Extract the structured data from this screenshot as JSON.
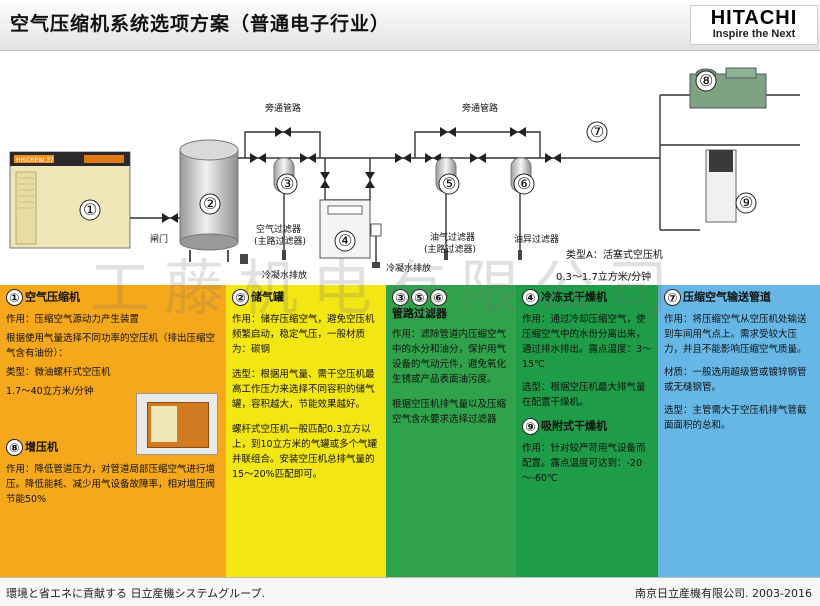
{
  "header": {
    "title": "空气压缩机系统选项方案（普通电子行业）",
    "brand": "HITACHI",
    "tagline": "Inspire the Next"
  },
  "diagram": {
    "numbers": [
      "①",
      "②",
      "③",
      "④",
      "⑤",
      "⑥",
      "⑦",
      "⑧",
      "⑨"
    ],
    "label_bypass_1": "旁通管路",
    "label_bypass_2": "旁通管路",
    "label_valve": "闸门",
    "label_air_filter": "空气过滤器",
    "label_air_filter_sub": "(主路过滤器)",
    "label_oil_filter": "油气过滤器",
    "label_oil_filter_sub": "(主路过滤器)",
    "label_odor_filter": "油异过滤器",
    "label_drain_1": "冷凝水排放",
    "label_drain_2": "冷凝水排放",
    "label_typeA": "类型A：活塞式空压机",
    "label_typeA_range": "0.3～1.7立方米/分钟",
    "unit_badge": "HISCREW 37"
  },
  "watermark": "工藤机电有限公司",
  "panels": {
    "p1": {
      "num": "①",
      "title": "空气压缩机",
      "t1": "作用：压缩空气源动力产生装置",
      "t2": "根据使用气量选择不同功率的空压机（排出压缩空气含有油份）：",
      "t3": "类型：微油螺杆式空压机",
      "t4": "1.7～40立方米/分钟",
      "num2": "⑧",
      "title2": "增压机",
      "t5": "作用：降低管道压力，对管道局部压缩空气进行增压。降低能耗、减少用气设备故障率，相对增压阀节能50%"
    },
    "p2": {
      "num": "②",
      "title": "储气罐",
      "t1": "作用：储存压缩空气，避免空压机频繁启动，稳定气压，一般材质为：碳钢",
      "t2": "选型：根据用气量、需干空压机最高工作压力来选择不同容积的储气罐，容积越大，节能效果越好。",
      "t3": "螺杆式空压机一般匹配0.3立方以上，到10立方米的气罐或多个气罐并联组合。安装空压机总排气量的15～20%匹配即可。"
    },
    "p3": {
      "nums": [
        "③",
        "⑤",
        "⑥"
      ],
      "title": "管路过滤器",
      "t1": "作用：滤除管道内压缩空气中的水分和油分，保护用气设备的气动元件，避免氧化生锈或产品表面油污度。",
      "t2": "根据空压机排气量以及压缩空气含水要求选择过滤器"
    },
    "p4": {
      "num": "④",
      "title": "冷冻式干燥机",
      "t1": "作用：通过冷却压缩空气，使压缩空气中的水份分离出来，通过排水排出。露点温度：3～15℃",
      "t2": "选型：根据空压机最大排气量在配置干燥机。",
      "num2": "⑨",
      "title2": "吸附式干燥机",
      "t3": "作用：针对较严苛用气设备而配置。露点温度可达到：-20～-60℃"
    },
    "p5": {
      "num": "⑦",
      "title": "压缩空气输送管道",
      "t1": "作用：将压缩空气从空压机处输送到车间用气点上。需求受较大压力，并且不能影响压缩空气质量。",
      "t2": "材质：一般选用超级管或镀锌钢管或无缝钢管。",
      "t3": "选型：主管需大于空压机排气管截面面积的总和。"
    }
  },
  "footer": {
    "left": "環境と省エネに貢献する 日立産機システムグループ.",
    "right": "南京日立産機有限公司. 2003-2016"
  }
}
